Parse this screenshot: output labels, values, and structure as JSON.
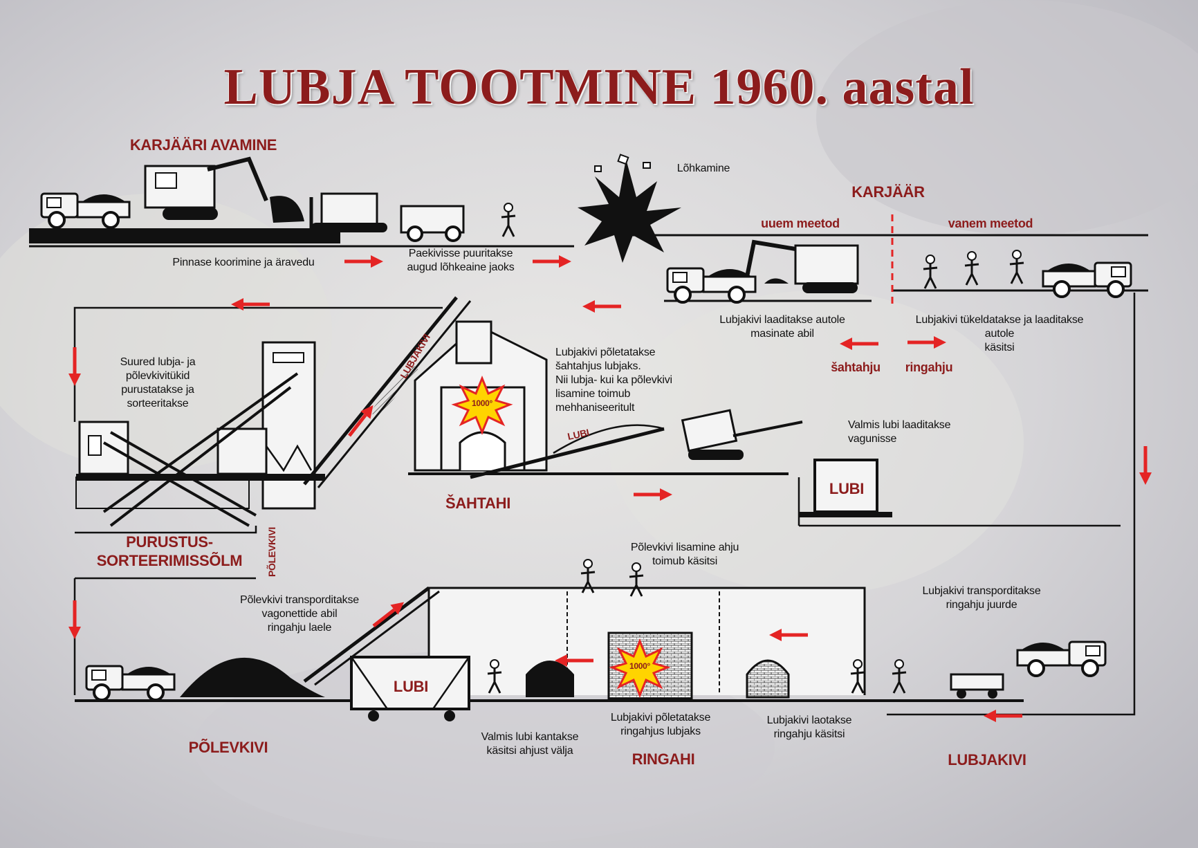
{
  "title": "LUBJA TOOTMINE 1960. aastal",
  "colors": {
    "accent": "#8c1c1c",
    "arrow": "#e42424",
    "ink": "#111111",
    "blast": "#ffd000"
  },
  "sections": {
    "quarry_opening": "KARJÄÄRI AVAMINE",
    "quarry": "KARJÄÄR",
    "crushing": "PURUSTUS-\nSORTEERIMISSÕLM",
    "shaft_kiln": "ŠAHTAHI",
    "oil_shale": "PÕLEVKIVI",
    "ring_kiln": "RINGAHI",
    "limestone": "LUBJAKIVI"
  },
  "methods": {
    "newer": "uuem meetod",
    "older": "vanem meetod",
    "to_shaft": "šahtahju",
    "to_ring": "ringahju"
  },
  "notes": {
    "blasting": "Lõhkamine",
    "soil_removal": "Pinnase koorimine ja äravedu",
    "drilling": "Paekivisse puuritakse\naugud lõhkeaine jaoks",
    "machine_loading": "Lubjakivi laaditakse autole\nmasinate abil",
    "manual_loading": "Lubjakivi tükeldatakse ja laaditakse autole\nkäsitsi",
    "crushing_sorting": "Suured lubja- ja\npõlevkivitükid\npurustatakse ja\nsorteeritakse",
    "shaft_burning": "Lubjakivi põletatakse\nšahtahjus lubjaks.\nNii lubja- kui ka põlevkivi\nlisamine toimub\nmehhaniseeritult",
    "lime_to_wagon": "Valmis lubi laaditakse\nvagunisse",
    "oil_shale_manual": "Põlevkivi lisamine ahju\ntoimub käsitsi",
    "oil_shale_transport": "Põlevkivi transporditakse\nvagonettide abil\nringahju laele",
    "limestone_transport": "Lubjakivi transporditakse\nringahju juurde",
    "ring_burning": "Lubjakivi põletatakse\nringahjus lubjaks",
    "ring_stacking": "Lubjakivi laotakse\nringahju käsitsi",
    "lime_carried_out": "Valmis lubi kantakse\nkäsitsi ahjust välja"
  },
  "conveyor_labels": {
    "limestone": "LUBJAKIVI",
    "lime": "LUBI",
    "oil_shale": "PÕLEVKIVI"
  },
  "wagon_label": "LUBI",
  "temperature": "1000°",
  "icons": [
    "truck-icon",
    "excavator-icon",
    "bulldozer-icon",
    "drill-rig-icon",
    "explosion-icon",
    "worker-icon",
    "wagon-icon",
    "kiln-icon",
    "conveyor-icon",
    "arrow-icon"
  ]
}
